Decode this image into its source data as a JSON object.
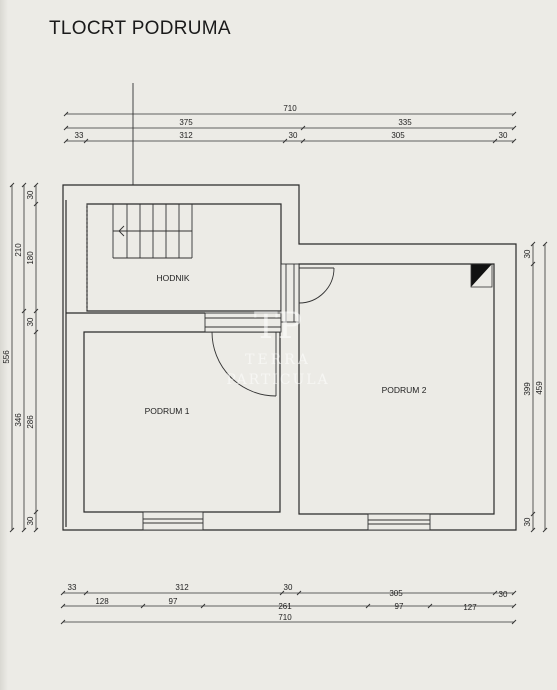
{
  "title": "TLOCRT PODRUMA",
  "rooms": {
    "hodnik": "HODNIK",
    "podrum1": "PODRUM 1",
    "podrum2": "PODRUM 2"
  },
  "watermark": {
    "logo": "TP",
    "line1": "TERRA",
    "line2": "PARTICULA"
  },
  "top_dims": {
    "total": "710",
    "left_part": "375",
    "right_part": "335",
    "seg1": "33",
    "seg2": "312",
    "seg3": "30",
    "seg4": "305",
    "seg5": "30"
  },
  "bottom_dims": {
    "row1_a": "33",
    "row1_b": "312",
    "row1_c": "30",
    "row1_d": "305",
    "row1_e": "30",
    "row2_a": "128",
    "row2_b": "97",
    "row2_c": "261",
    "row2_d": "97",
    "row2_e": "127",
    "total": "710"
  },
  "left_dims": {
    "total": "556",
    "upper": "210",
    "upper_inner": "180",
    "top_wall": "30",
    "mid_wall": "30",
    "lower": "346",
    "lower_inner": "286",
    "bottom_wall": "30"
  },
  "right_dims": {
    "top_wall": "30",
    "inner": "399",
    "total": "459",
    "bottom_wall": "30"
  }
}
